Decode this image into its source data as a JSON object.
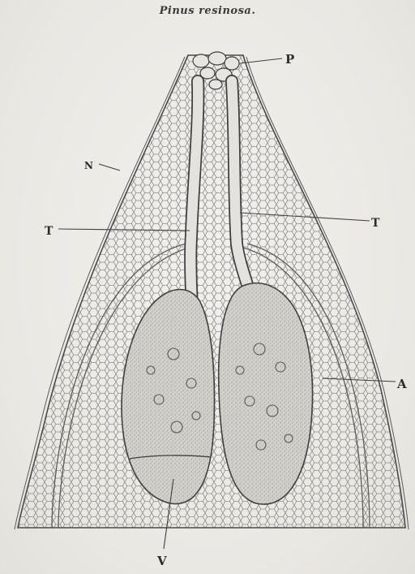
{
  "title": "Pinus resinosa.",
  "labels": {
    "P": "P",
    "N": "N",
    "T_left": "T",
    "T_right": "T",
    "A": "A",
    "V": "V"
  },
  "colors": {
    "ink": "#3d3d3d",
    "paper": "#ecebe6",
    "cell": "#8f8e8a",
    "archegonium": "#9c9a95"
  }
}
